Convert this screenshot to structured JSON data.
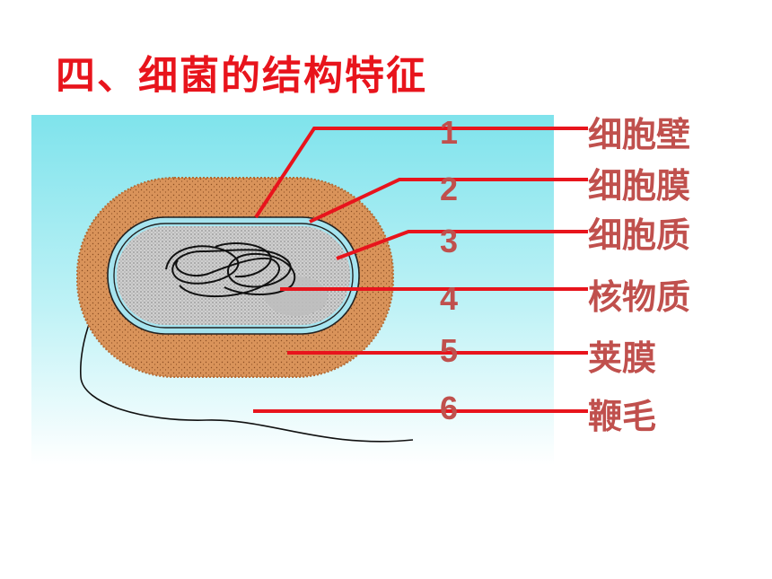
{
  "title": "四、细菌的结构特征",
  "parts": [
    {
      "number": "1",
      "label": "细胞壁"
    },
    {
      "number": "2",
      "label": "细胞膜"
    },
    {
      "number": "3",
      "label": "细胞质"
    },
    {
      "number": "4",
      "label": "核物质"
    },
    {
      "number": "5",
      "label": "荚膜"
    },
    {
      "number": "6",
      "label": "鞭毛"
    }
  ],
  "colors": {
    "title": "#e8141c",
    "labels": "#c0504d",
    "leader_lines": "#e8141c",
    "background_top": "#7fe3ec",
    "capsule": "#d9935a",
    "cell_wall": "#a6e4ef",
    "cytoplasm": "#c8c8c8"
  }
}
